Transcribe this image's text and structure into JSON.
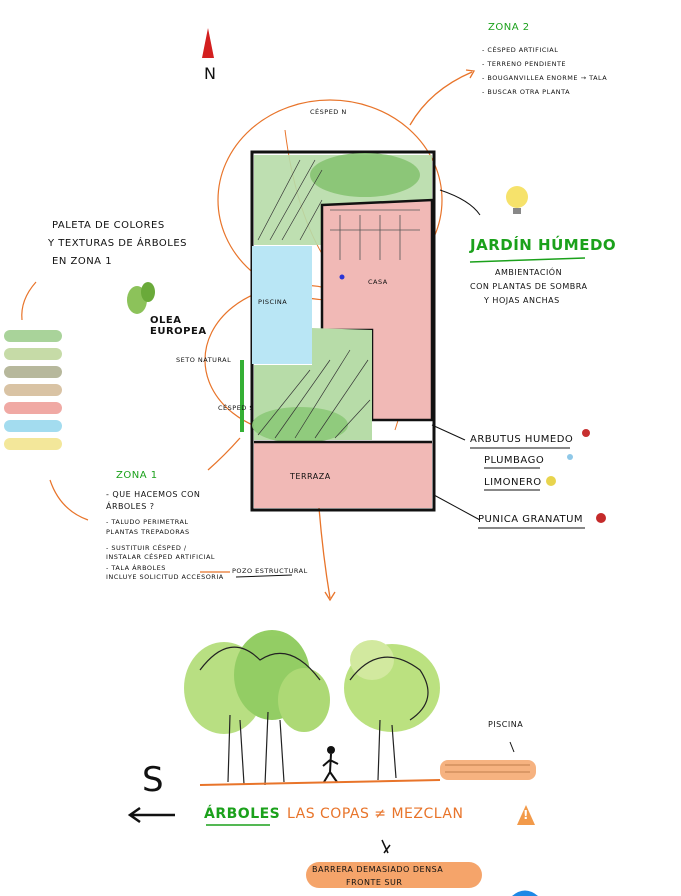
{
  "north_label": "N",
  "plan": {
    "north_edge_label": "CÉSPED N",
    "pool_label": "PISCINA",
    "house_label": "CASA",
    "terrace_label": "TERRAZA",
    "olea_label": "OLEA EUROPEA",
    "cesped_small_label": "CÉSPED S",
    "green_wall_label": "SETO NATURAL"
  },
  "zona2": {
    "title": "ZONA 2",
    "items": [
      "- CÉSPED ARTIFICIAL",
      "- TERRENO PENDIENTE",
      "- BOUGANVILLEA ENORME → TALA",
      "- BUSCAR OTRA PLANTA"
    ]
  },
  "jardin": {
    "title": "JARDÍN HÚMEDO",
    "desc_lines": [
      "AMBIENTACIÓN",
      "CON PLANTAS DE SOMBRA",
      "Y HOJAS ANCHAS"
    ]
  },
  "paleta": {
    "lines": [
      "PALETA DE COLORES",
      "Y TEXTURAS DE ÁRBOLES",
      "EN ZONA 1"
    ],
    "swatches": [
      "#a9d39a",
      "#c6dba7",
      "#b7b89c",
      "#d9c3a4",
      "#f0a9a4",
      "#a3dcef",
      "#f3e79a"
    ]
  },
  "zona1": {
    "title": "ZONA 1",
    "items": [
      "- QUE HACEMOS CON",
      "  ÁRBOLES ?",
      "- TALUDO PERIMETRAL",
      "  PLANTAS TREPADORAS",
      "- SUSTITUIR CÉSPED /",
      "  INSTALAR CÉSPED ARTIFICIAL",
      "- TALA ÁRBOLES",
      "  INCLUYE SOLICITUD ACCESORIA"
    ],
    "link_label": "POZO ESTRUCTURAL"
  },
  "plants": [
    "ARBUTUS HUMEDO",
    "PLUMBAGO",
    "LIMONERO",
    "PUNICA GRANATUM"
  ],
  "section": {
    "pool_label": "PISCINA",
    "caption_green": "ÁRBOLES",
    "caption_orange": "LAS COPAS ≠ MEZCLAN",
    "caption_sign": "!",
    "side_letter": "S",
    "banner_lines": [
      "BARRERA DEMASIADO DENSA",
      "FRONTE SUR"
    ]
  }
}
